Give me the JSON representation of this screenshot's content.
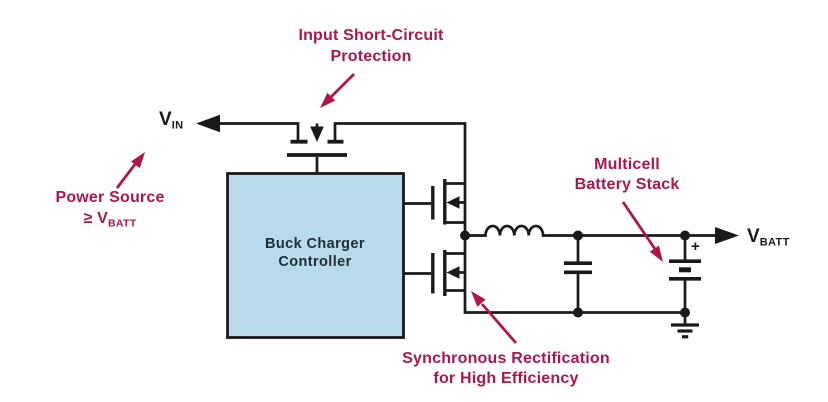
{
  "title": "Buck battery charger with input short-circuit protection block diagram",
  "colors": {
    "crimson": "#B0164A",
    "box_fill": "#B8DAEA",
    "box_text": "#1E2D36",
    "wire": "#1A1A1A"
  },
  "controller": {
    "line1": "Buck Charger",
    "line2": "Controller"
  },
  "labels": {
    "vin": {
      "main": "V",
      "sub": "IN"
    },
    "vbatt": {
      "main": "V",
      "sub": "BATT"
    },
    "battery_plus": "+"
  },
  "annotations": {
    "input_protection": {
      "line1": "Input Short-Circuit",
      "line2": "Protection"
    },
    "power_source": {
      "line1": "Power Source",
      "line2_main": "≥ V",
      "line2_sub": "BATT"
    },
    "multicell": {
      "line1": "Multicell",
      "line2": "Battery Stack"
    },
    "sync_rect": {
      "line1": "Synchronous Rectification",
      "line2": "for High Efficiency"
    }
  }
}
